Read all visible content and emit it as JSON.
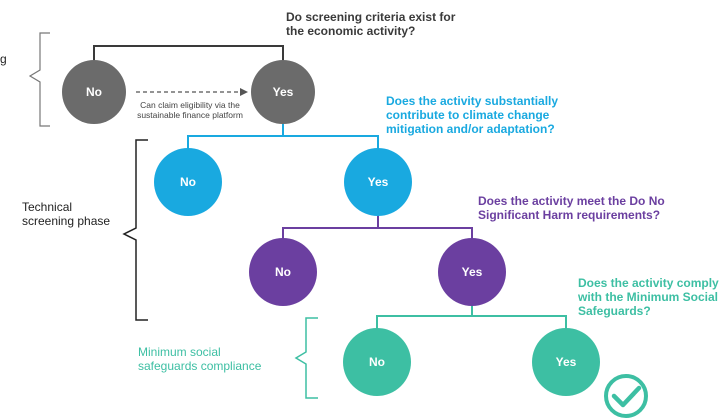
{
  "phases": {
    "eligibility_fragment": "g",
    "technical": "Technical\nscreening phase",
    "minimum_social": "Minimum social\nsafeguards compliance"
  },
  "questions": {
    "q1": "Do screening criteria exist for\nthe economic activity?",
    "q2": "Does the activity substantially\ncontribute to climate change\nmitigation and/or adaptation?",
    "q3": "Does the activity meet the Do No\nSignificant Harm requirements?",
    "q4": "Does the activity comply\nwith the Minimum Social\nSafeguards?"
  },
  "note": "Can claim eligibility via the\nsustainable finance platform",
  "nodes": {
    "level1": {
      "no": "No",
      "yes": "Yes"
    },
    "level2": {
      "no": "No",
      "yes": "Yes"
    },
    "level3": {
      "no": "No",
      "yes": "Yes"
    },
    "level4": {
      "no": "No",
      "yes": "Yes"
    }
  },
  "colors": {
    "gray": "#6b6b6b",
    "blue": "#19a9e0",
    "purple": "#6b3fa0",
    "teal": "#3dbfa3"
  }
}
